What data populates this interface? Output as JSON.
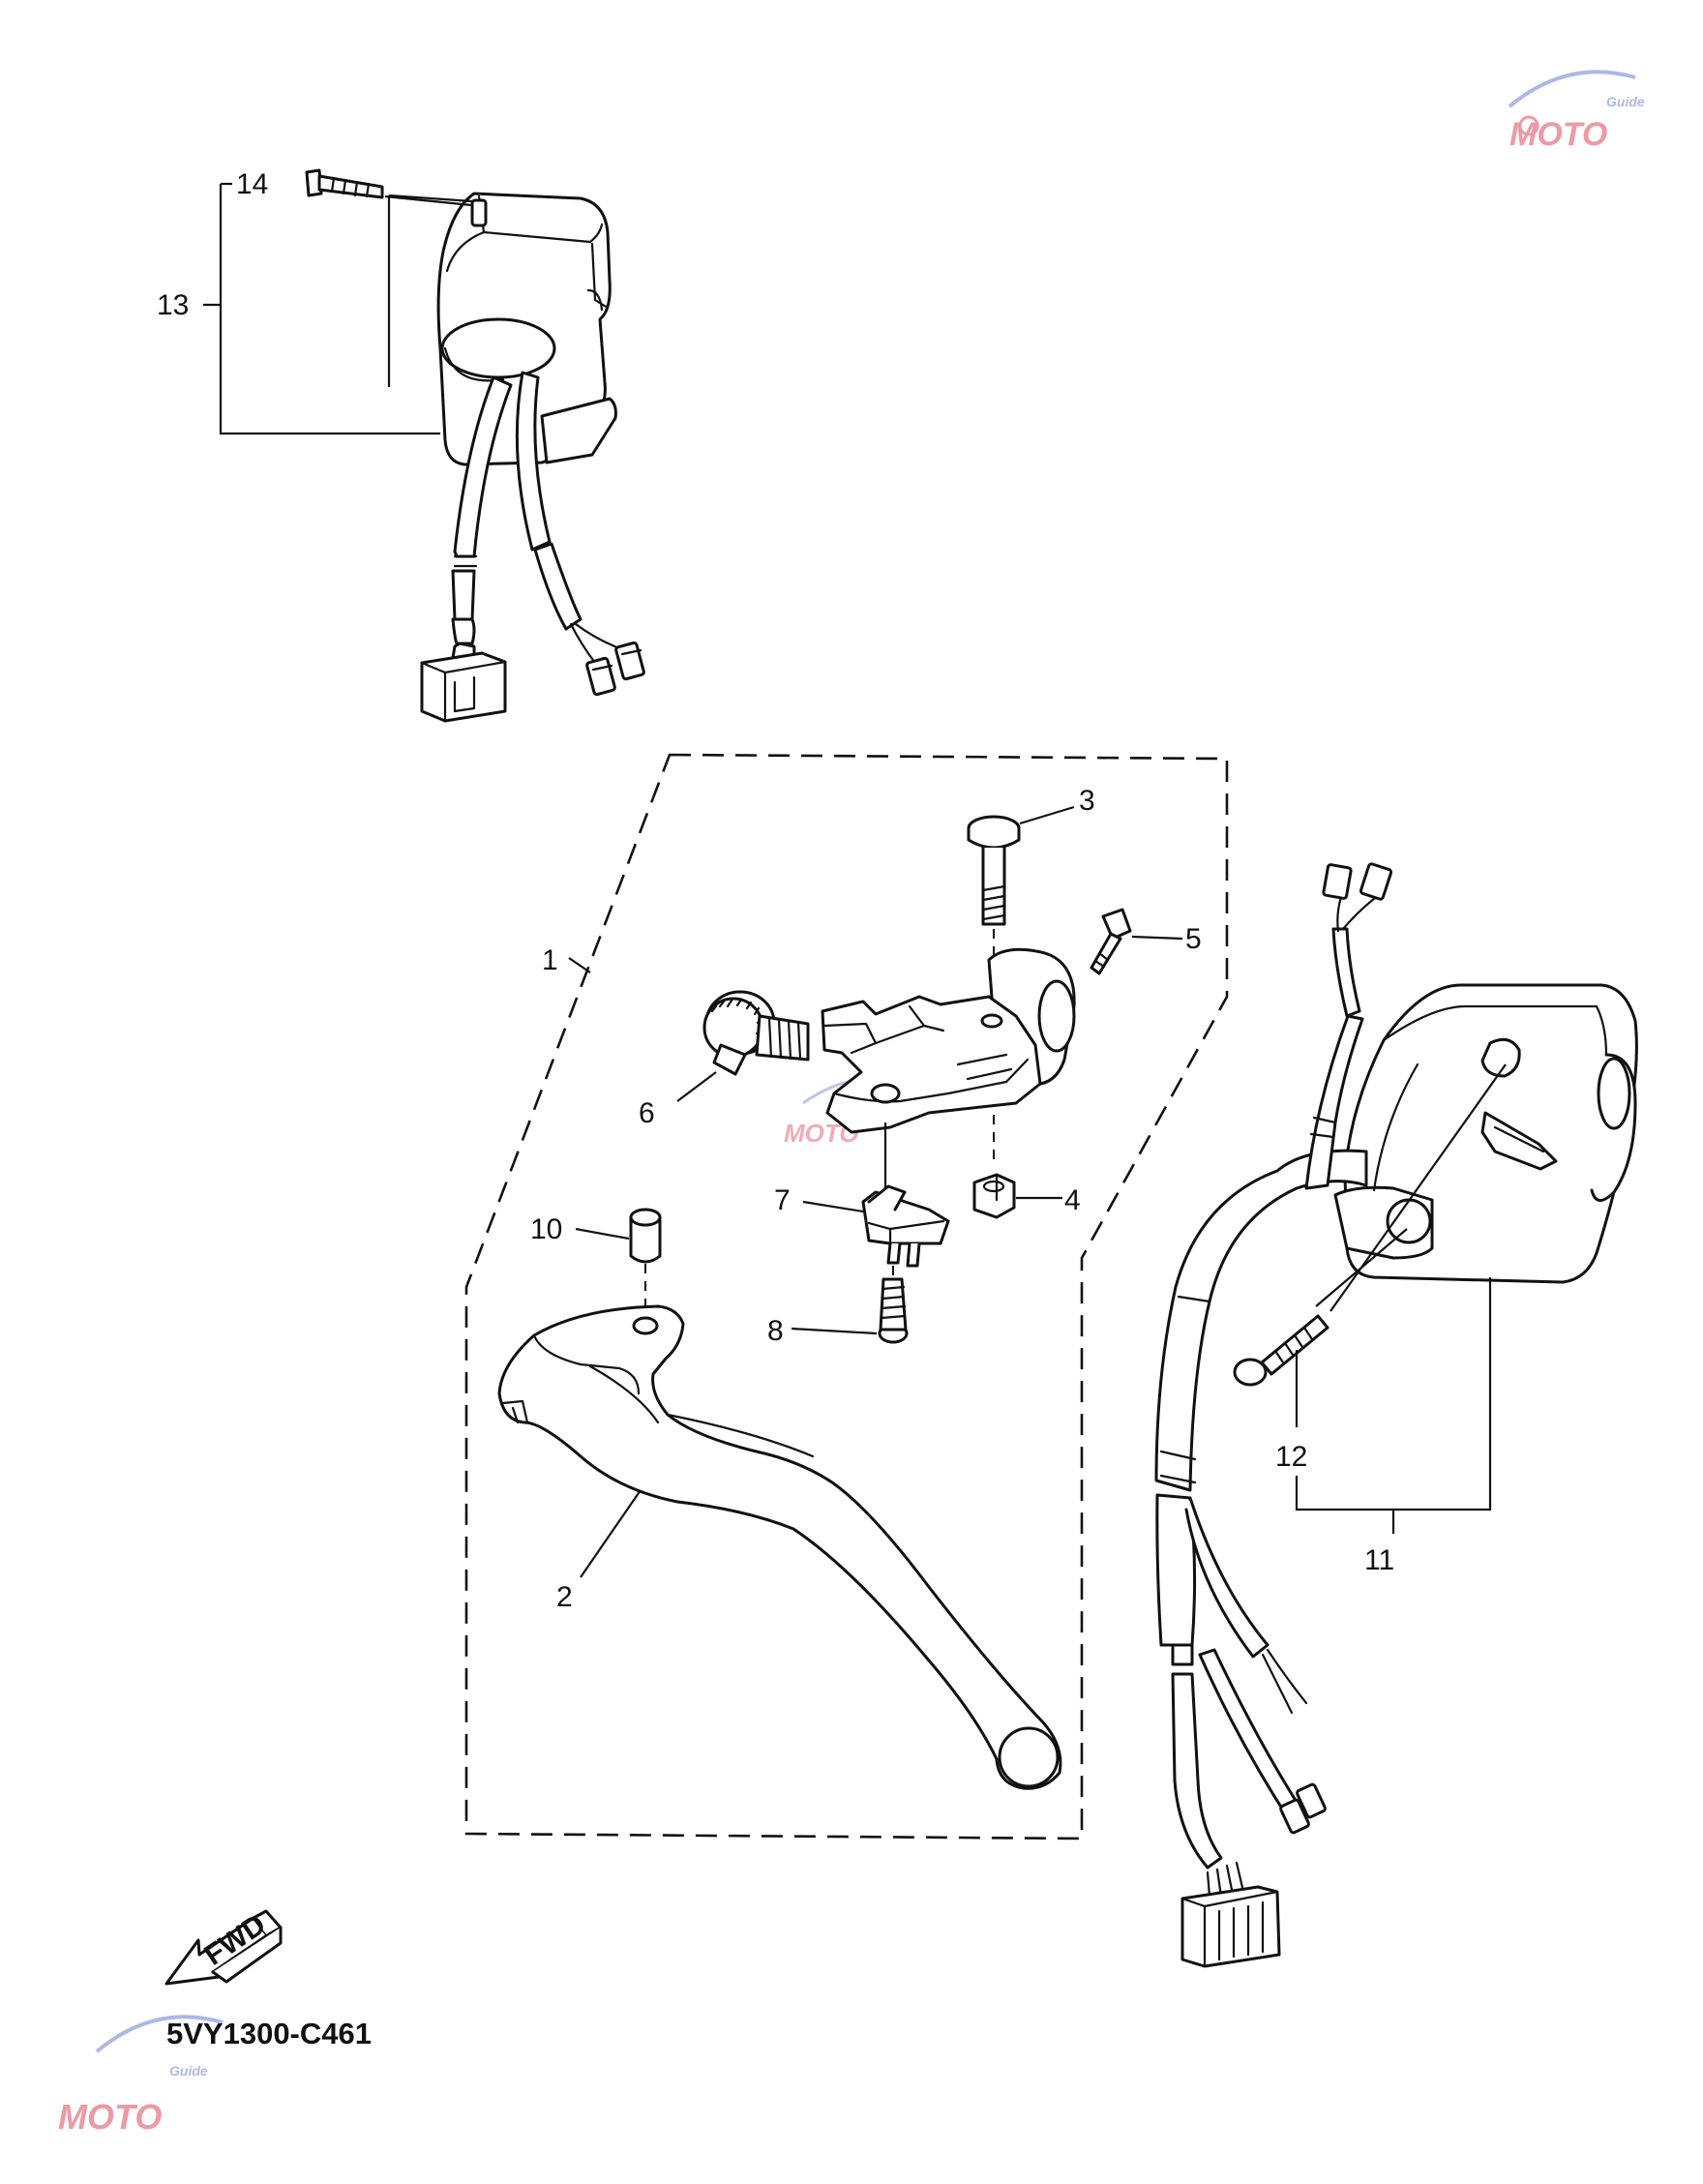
{
  "labels": {
    "p1": "1",
    "p2": "2",
    "p3": "3",
    "p4": "4",
    "p5": "5",
    "p6": "6",
    "p7": "7",
    "p8": "8",
    "p10": "10",
    "p11": "11",
    "p12": "12",
    "p13": "13",
    "p14": "14"
  },
  "diagram_code": "5VY1300-C461",
  "fwd_label": "FWD",
  "watermark": {
    "text": "MOTO",
    "sub": "Guide",
    "colors": {
      "red": "#e0485a",
      "blue": "#6a7fd0"
    }
  },
  "colors": {
    "ink": "#111111",
    "background": "#ffffff"
  }
}
